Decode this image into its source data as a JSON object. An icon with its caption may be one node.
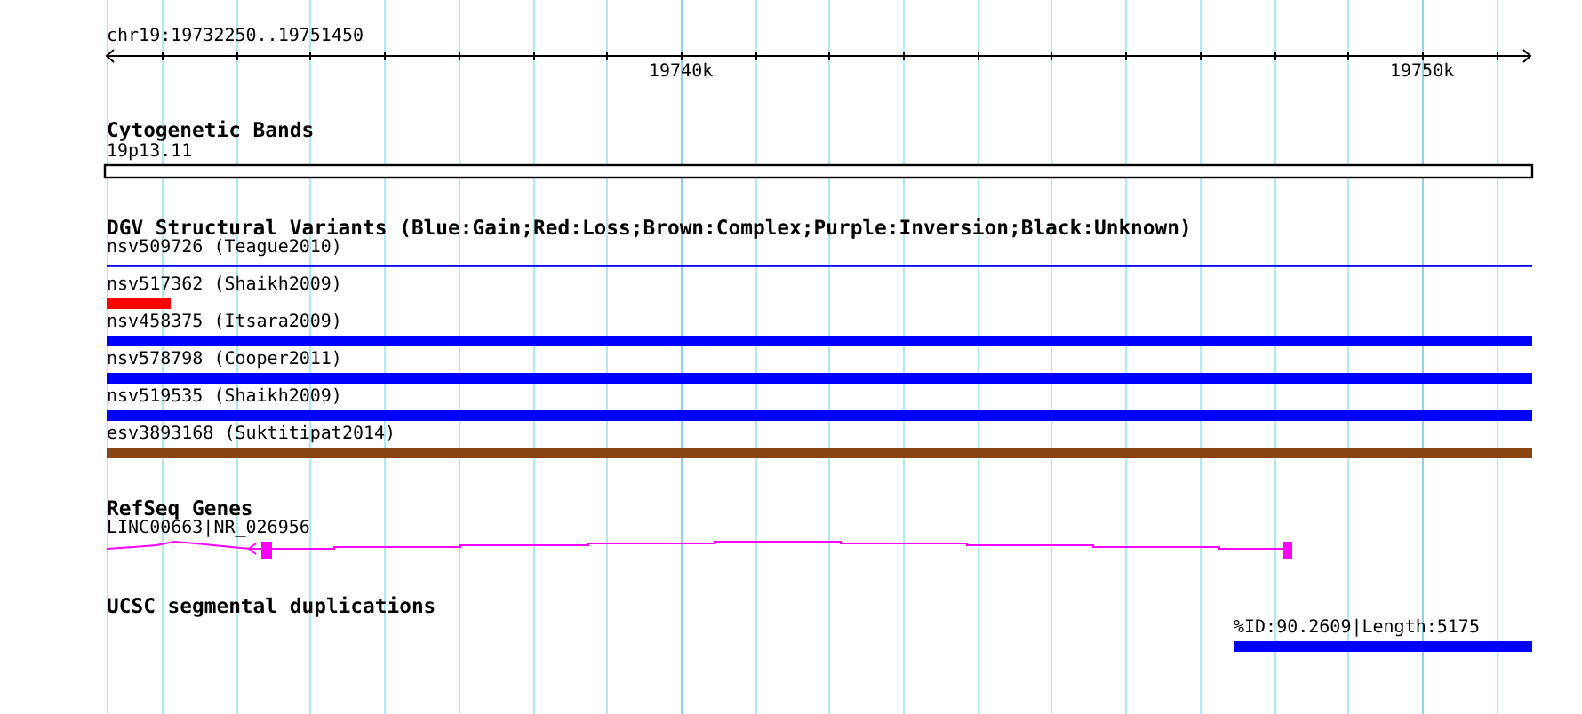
{
  "diagram": {
    "labels": [
      "chr19:19732250..19751450",
      "19740k",
      "19750k",
      "Cytogenetic Bands",
      "19p13.11",
      "DGV Structural Variants (Blue:Gain;Red:Loss;Brown:Complex;Purple:Inversion;Black:Unknown)",
      "nsv509726 (Teague2010)",
      "nsv517362 (Shaikh2009)",
      "nsv458375 (Itsara2009)",
      "nsv578798 (Cooper2011)",
      "nsv519535 (Shaikh2009)",
      "esv3893168 (Suktitipat2014)",
      "RefSeq Genes",
      "LINC00663|NR_026956",
      "UCSC segmental duplications",
      "%ID:90.2609|Length:5175"
    ]
  }
}
